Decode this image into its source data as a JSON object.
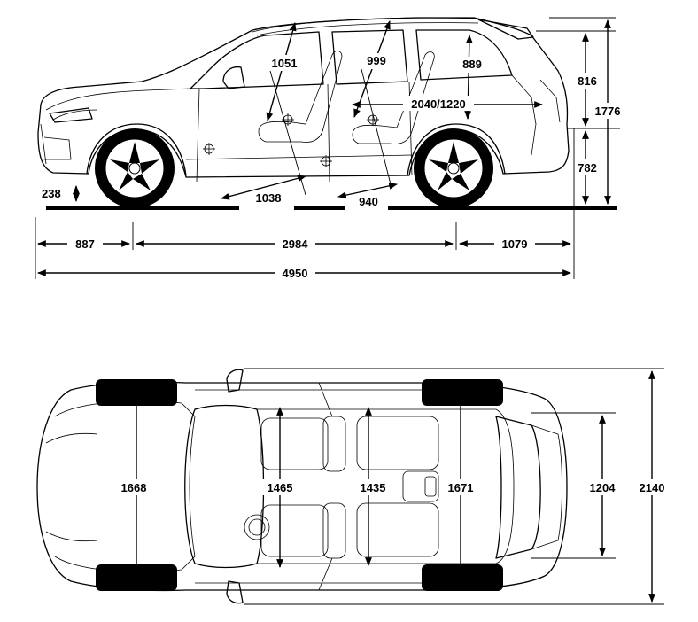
{
  "side_view": {
    "labels": {
      "headroom_front": "1051",
      "headroom_middle": "999",
      "headroom_rear": "889",
      "load_length": "2040/1220",
      "tailgate_height": "816",
      "total_height": "1776",
      "loading_height": "782",
      "ground_clearance": "238",
      "legroom_front": "1038",
      "legroom_middle": "940",
      "front_overhang": "887",
      "wheelbase": "2984",
      "rear_overhang": "1079",
      "total_length": "4950"
    }
  },
  "top_view": {
    "labels": {
      "front_track": "1668",
      "shoulder_front": "1465",
      "shoulder_middle": "1435",
      "rear_track": "1671",
      "load_width": "1204",
      "total_width": "2140"
    }
  }
}
